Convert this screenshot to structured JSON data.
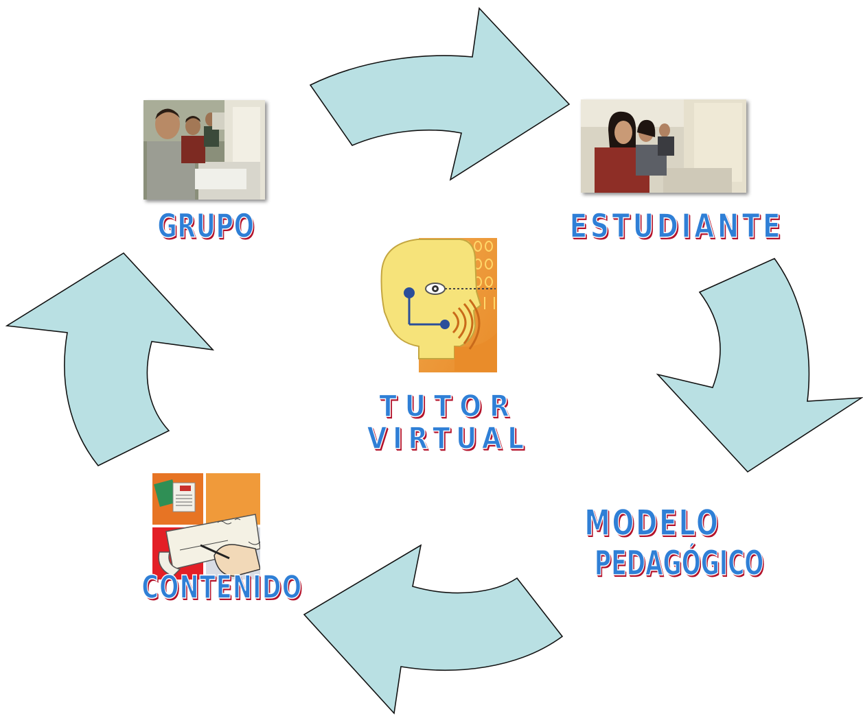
{
  "nodes": {
    "grupo": {
      "label": "GRUPO",
      "icon": "group-students-computers-photo"
    },
    "estudiante": {
      "label": "ESTUDIANTE",
      "icon": "student-at-computer-photo"
    },
    "modelo": {
      "line1": "MODELO",
      "line2": "PEDAGÓGICO"
    },
    "contenido": {
      "label": "CONTENIDO",
      "icon": "content-writing-illustration"
    },
    "tutor": {
      "line1": "TUTOR",
      "line2": "VIRTUAL",
      "icon": "virtual-tutor-head-icon"
    }
  },
  "colors": {
    "arrow_fill": "#b9e0e3",
    "arrow_stroke": "#111111",
    "label_text": "#2f7fd6",
    "label_shadow": "#b3122a"
  }
}
